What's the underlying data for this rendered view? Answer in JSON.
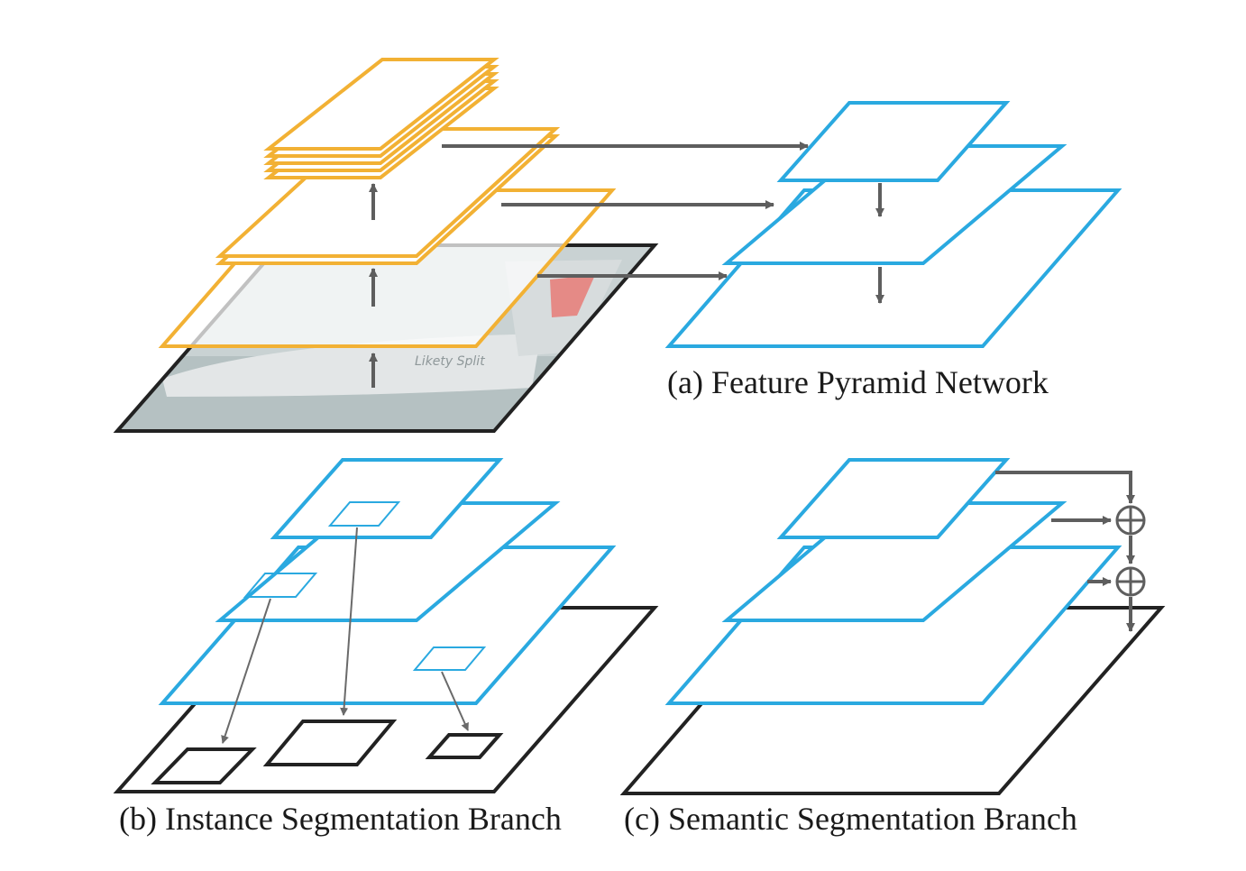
{
  "captions": {
    "a": "(a) Feature Pyramid Network",
    "b": "(b) Instance Segmentation Branch",
    "c": "(c) Semantic Segmentation Branch"
  },
  "image_text": "Likety Split",
  "colors": {
    "backbone": "#f2b134",
    "fpn": "#2aa9e0",
    "black": "#222222",
    "arrow": "#5e5e5e",
    "photo_water": "#b7c2c4",
    "photo_hull": "#dde1e3",
    "photo_accent": "#e37a7a"
  },
  "icons": {
    "arrow": "arrow-icon",
    "sum": "circle-plus-icon"
  }
}
